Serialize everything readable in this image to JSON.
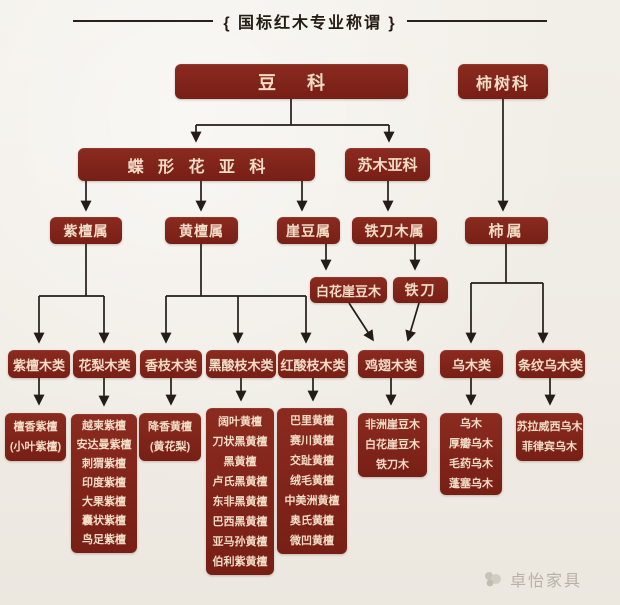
{
  "title": "{ 国标红木专业称谓 }",
  "watermark": "卓怡家具",
  "colors": {
    "background": "#f0ece5",
    "box": "#82251b",
    "box_text": "#f2dcc6",
    "line": "#241c18",
    "title_text": "#241b15",
    "watermark_text": "#b7b1a7"
  },
  "tree": {
    "families": {
      "legume": "豆 科",
      "persimmon": "柿树科"
    },
    "subfamilies": {
      "papilionoideae": "蝶 形 花 亚 科",
      "caesalpinioideae": "苏木亚科"
    },
    "genera": {
      "pterocarpus": "紫檀属",
      "dalbergia": "黄檀属",
      "millettia": "崖豆属",
      "senna": "铁刀木属",
      "diospyros": "柿属"
    },
    "intermediates": {
      "baihua_yadoumu": "白花崖豆木",
      "tiedao": "铁刀"
    },
    "classes": {
      "zitan": "紫檀木类",
      "huali": "花梨木类",
      "xiangzhi": "香枝木类",
      "heisuanzhi": "黑酸枝木类",
      "hongsuanzhi": "红酸枝木类",
      "jichi": "鸡翅木类",
      "wumu": "乌木类",
      "tiaowen_wumu": "条纹乌木类"
    },
    "species": {
      "zitan": [
        "檀香紫檀",
        "(小叶紫檀)"
      ],
      "huali": [
        "越柬紫檀",
        "安达曼紫檀",
        "刺猬紫檀",
        "印度紫檀",
        "大果紫檀",
        "囊状紫檀",
        "鸟足紫檀"
      ],
      "xiangzhi": [
        "降香黄檀",
        "(黄花梨)"
      ],
      "heisuanzhi": [
        "阔叶黄檀",
        "刀状黑黄檀",
        "黑黄檀",
        "卢氏黑黄檀",
        "东非黑黄檀",
        "巴西黑黄檀",
        "亚马孙黄檀",
        "伯利紫黄檀"
      ],
      "hongsuanzhi": [
        "巴里黄檀",
        "赛川黄檀",
        "交趾黄檀",
        "绒毛黄檀",
        "中美洲黄檀",
        "奥氏黄檀",
        "微凹黄檀"
      ],
      "jichi": [
        "非洲崖豆木",
        "白花崖豆木",
        "铁刀木"
      ],
      "wumu": [
        "乌木",
        "厚瓣乌木",
        "毛药乌木",
        "蓬塞乌木"
      ],
      "tiaowen_wumu": [
        "苏拉威西乌木",
        "菲律宾乌木"
      ]
    }
  }
}
